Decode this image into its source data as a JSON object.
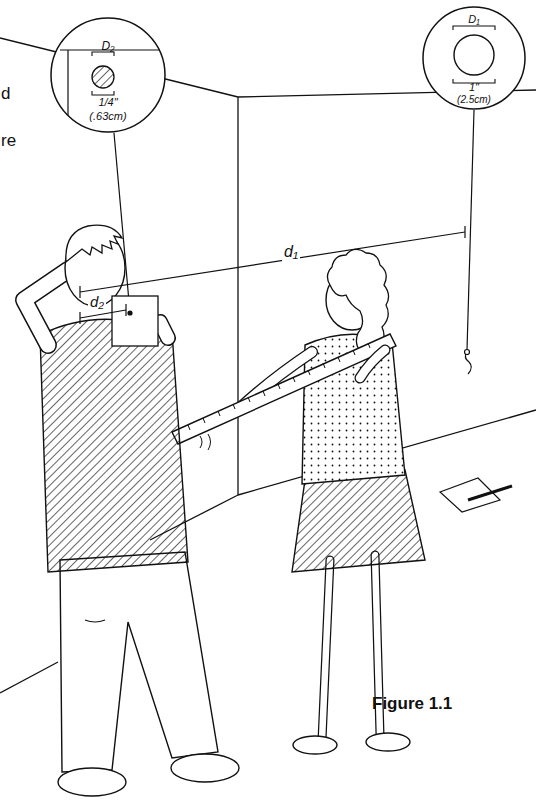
{
  "diagram": {
    "nodes": [
      {
        "text": [
          "D₂",
          "1/4\"",
          "(.63cm)"
        ]
      },
      {
        "text": [
          "D₁",
          "1\"",
          "(2.5cm)"
        ]
      }
    ],
    "labels": [
      "d",
      "re",
      "d₁",
      "d₂",
      "Figure 1.1"
    ]
  }
}
